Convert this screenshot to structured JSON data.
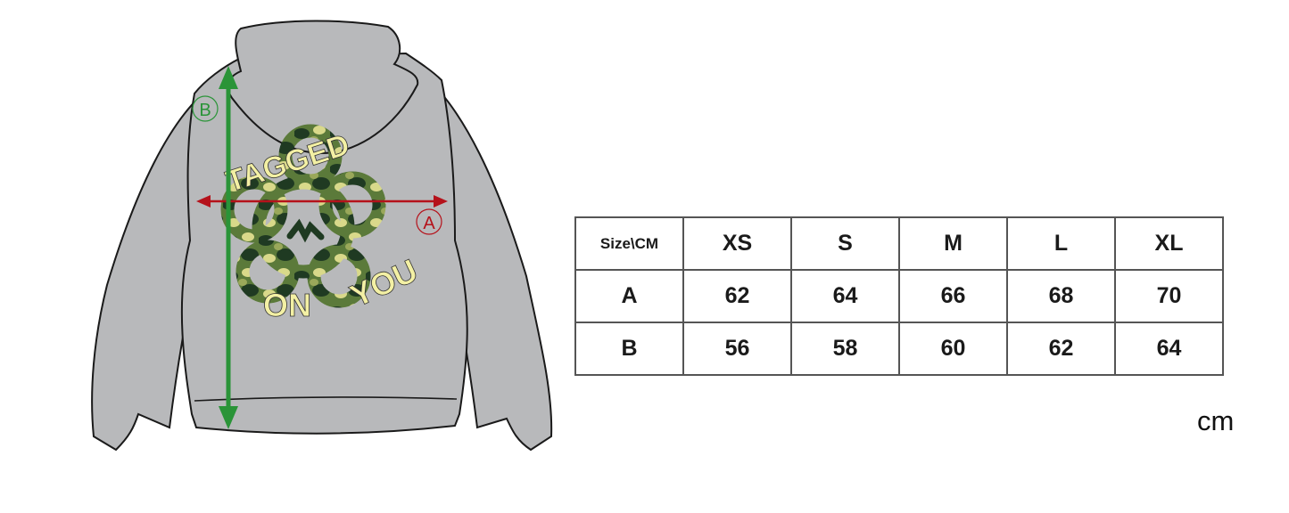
{
  "illustration": {
    "garment": "hoodie-back-view",
    "print_text_top": "TAGGED",
    "print_text_bottom": [
      "ON",
      "YOU"
    ],
    "measure_a_label": "A",
    "measure_b_label": "B",
    "colors": {
      "body": "#b8b9bb",
      "outline": "#1a1a1a",
      "measure_a": "#b5121b",
      "measure_b": "#2a9438",
      "print_text": "#f3f0a4",
      "camo_dark": "#1f3a22",
      "camo_mid": "#5b7a3a",
      "camo_light": "#d9d98a"
    }
  },
  "size_chart": {
    "corner_label": "Size\\CM",
    "columns": [
      "XS",
      "S",
      "M",
      "L",
      "XL"
    ],
    "rows": [
      {
        "label": "A",
        "values": [
          "62",
          "64",
          "66",
          "68",
          "70"
        ]
      },
      {
        "label": "B",
        "values": [
          "56",
          "58",
          "60",
          "62",
          "64"
        ]
      }
    ]
  },
  "unit_label": "cm"
}
